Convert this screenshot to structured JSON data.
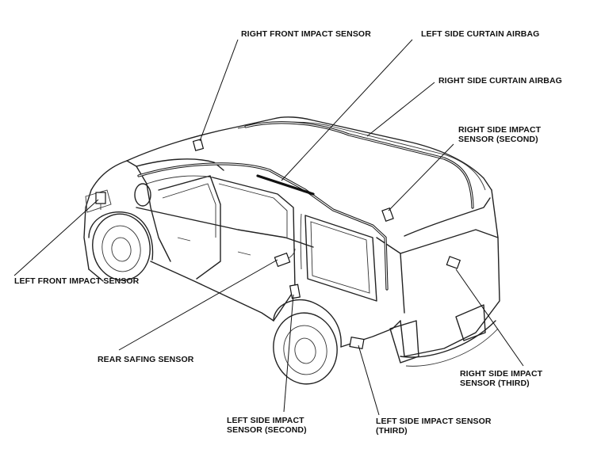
{
  "labels": {
    "right_front_impact_sensor": "RIGHT FRONT IMPACT SENSOR",
    "left_side_curtain_airbag": "LEFT SIDE CURTAIN AIRBAG",
    "right_side_curtain_airbag": "RIGHT SIDE CURTAIN AIRBAG",
    "right_side_impact_sensor_second_l1": "RIGHT SIDE IMPACT",
    "right_side_impact_sensor_second_l2": "SENSOR (SECOND)",
    "left_front_impact_sensor": "LEFT FRONT IMPACT SENSOR",
    "rear_safing_sensor": "REAR SAFING SENSOR",
    "right_side_impact_sensor_third_l1": "RIGHT SIDE IMPACT",
    "right_side_impact_sensor_third_l2": "SENSOR (THIRD)",
    "left_side_impact_sensor_second_l1": "LEFT SIDE IMPACT",
    "left_side_impact_sensor_second_l2": "SENSOR (SECOND)",
    "left_side_impact_sensor_third_l1": "LEFT SIDE IMPACT SENSOR",
    "left_side_impact_sensor_third_l2": "(THIRD)"
  }
}
